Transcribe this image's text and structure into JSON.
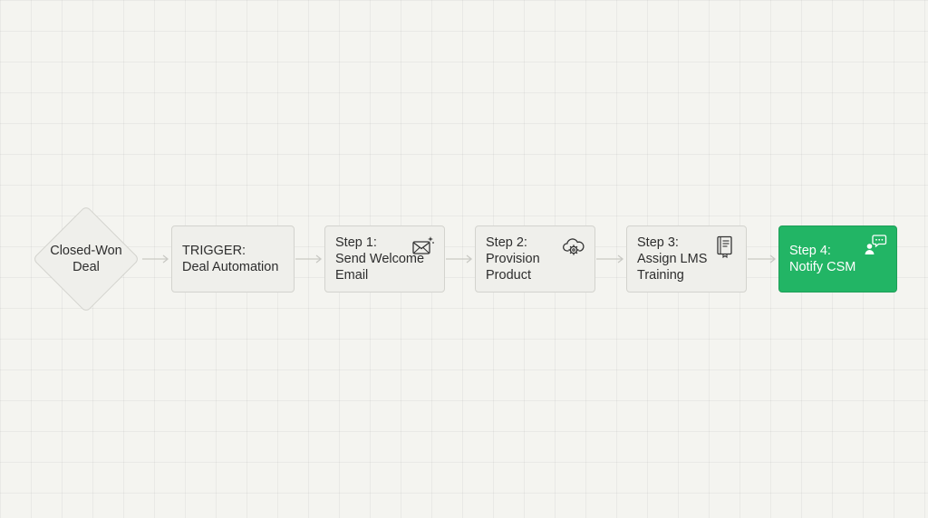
{
  "diagram": {
    "start": {
      "lines": [
        "Closed-Won",
        "Deal"
      ]
    },
    "nodes": [
      {
        "lines": [
          "TRIGGER:",
          "Deal Automation"
        ],
        "icon": "none"
      },
      {
        "lines": [
          "Step 1:",
          "Send Welcome",
          "Email"
        ],
        "icon": "mail-sparkle-icon"
      },
      {
        "lines": [
          "Step 2:",
          "Provision",
          "Product"
        ],
        "icon": "cloud-gear-icon"
      },
      {
        "lines": [
          "Step 3:",
          "Assign LMS",
          "Training"
        ],
        "icon": "book-icon"
      },
      {
        "lines": [
          "Step 4:",
          "Notify CSM"
        ],
        "icon": "user-chat-icon"
      }
    ],
    "colors": {
      "background": "#f4f4f0",
      "node_fill": "#efefeb",
      "node_border": "#d3d3ce",
      "accent": "#22b565",
      "connector": "#c9c9c4"
    }
  }
}
